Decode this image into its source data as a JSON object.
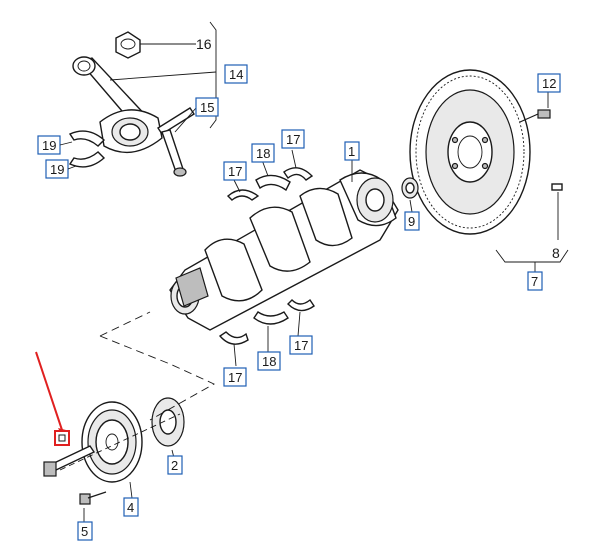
{
  "callouts": {
    "c1": "1",
    "c2": "2",
    "c4": "4",
    "c5": "5",
    "c7": "7",
    "c8": "8",
    "c9": "9",
    "c12": "12",
    "c14": "14",
    "c15": "15",
    "c16": "16",
    "c17a": "17",
    "c17b": "17",
    "c17c": "17",
    "c17d": "17",
    "c18a": "18",
    "c18b": "18",
    "c19a": "19",
    "c19b": "19"
  },
  "colors": {
    "callout_border": "#1f5fb5",
    "highlight": "#e02020",
    "ink": "#1a1a1a"
  },
  "highlight": {
    "target": "center-bolt",
    "icon": "red-arrow-icon"
  }
}
